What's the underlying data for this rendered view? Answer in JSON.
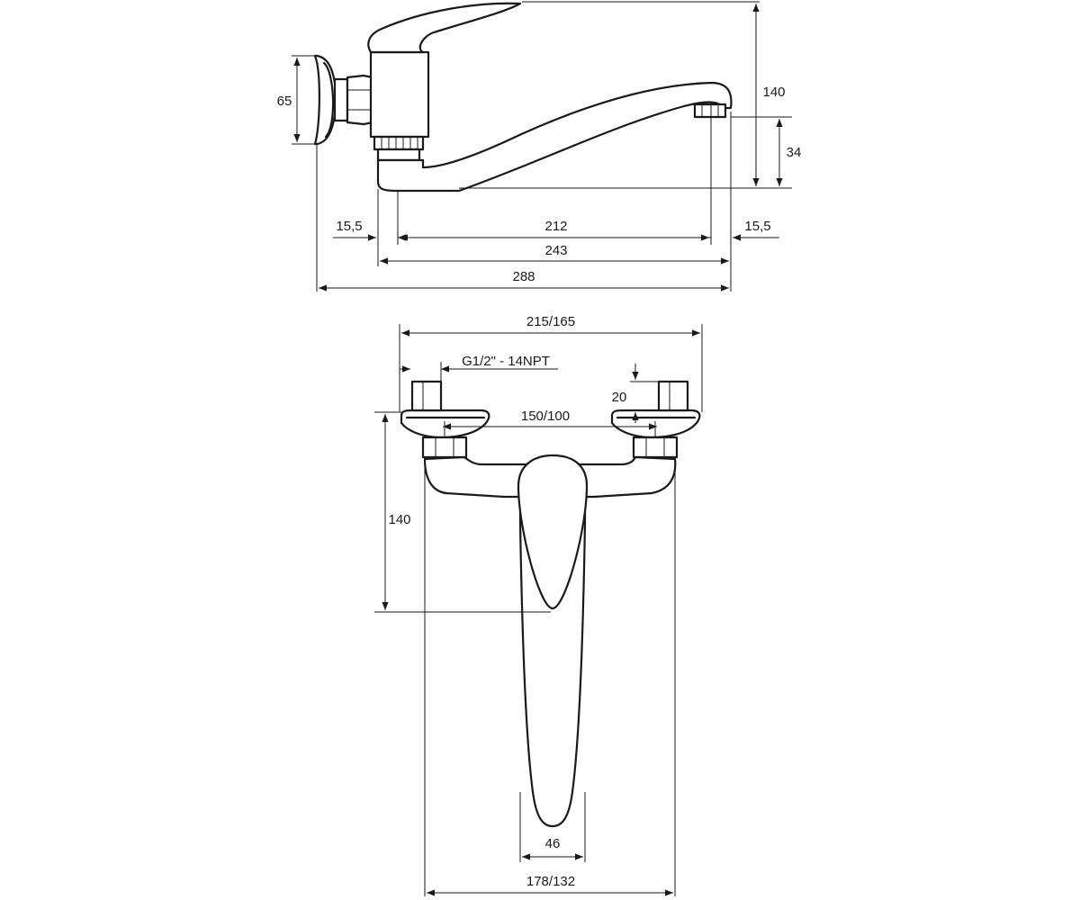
{
  "side_view": {
    "dim_height_left": "65",
    "dim_height_total": "140",
    "dim_spout_drop": "34",
    "dim_offset_left": "15,5",
    "dim_spout_inner": "212",
    "dim_offset_right": "15,5",
    "dim_spout_reach": "243",
    "dim_total_length": "288"
  },
  "front_view": {
    "dim_outer_width": "215/165",
    "dim_thread": "G1/2\" - 14NPT",
    "dim_nut_height": "20",
    "dim_centers": "150/100",
    "dim_height": "140",
    "dim_lever_width": "46",
    "dim_bottom_width": "178/132"
  }
}
